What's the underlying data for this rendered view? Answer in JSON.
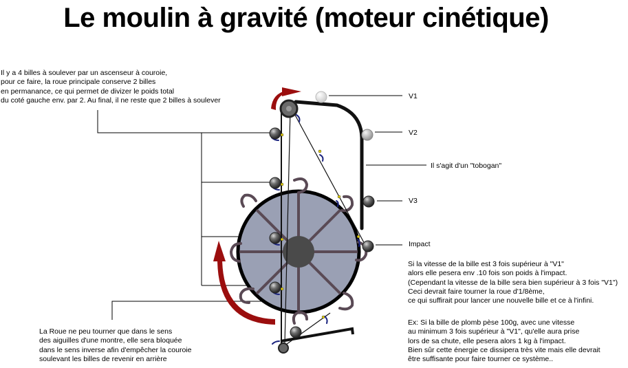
{
  "title": "Le moulin à gravité (moteur cinétique)",
  "notes": {
    "top_left": "Il y a 4 billes à soulever par un ascenseur à couroie,\npour ce faire, la roue principale conserve 2 billes\nen permanance, ce qui permet de divizer le poids total\ndu coté gauche env. par 2.  Au final,  il ne reste que 2 billes à soulever",
    "bottom_left": "La Roue ne peu tourner que dans le sens\ndes aiguilles d'une montre, elle sera bloquée\ndans le sens inverse afin d'empêcher la couroie\nsoulevant les billes de revenir en arrière",
    "impact_explanation": "Si la vitesse de la bille est 3 fois supérieur à \"V1\"\nalors elle pesera env .10 fois son poids à l'impact.\n(Cependant la vitesse de la bille sera bien supérieur à 3 fois \"V1\")\nCeci devrait faire tourner la roue d'1/8ème,\nce qui suffirait pour lancer une nouvelle bille et ce à l'infini.",
    "example": "Ex: Si la bille de plomb pèse 100g, avec une vitesse\nau minimum 3 fois supérieur à \"V1\", qu'elle aura prise\nlors de sa chute, elle pesera alors 1 kg à l'impact.\nBien sûr cette énergie ce dissipera très vite mais elle devrait\nêtre suffisante pour faire tourner ce système.."
  },
  "labels": {
    "v1": "V1",
    "v2": "V2",
    "v3": "V3",
    "toboggan": "Il s'agit d'un \"tobogan\"",
    "impact": "Impact"
  },
  "colors": {
    "wheel_fill": "#9aa0b4",
    "spoke": "#5a4a55",
    "hub": "#4a4a4a",
    "arrow": "#9b0e0e",
    "ball": "#555555",
    "ramp": "#111111",
    "catcher": "#1a237e"
  }
}
